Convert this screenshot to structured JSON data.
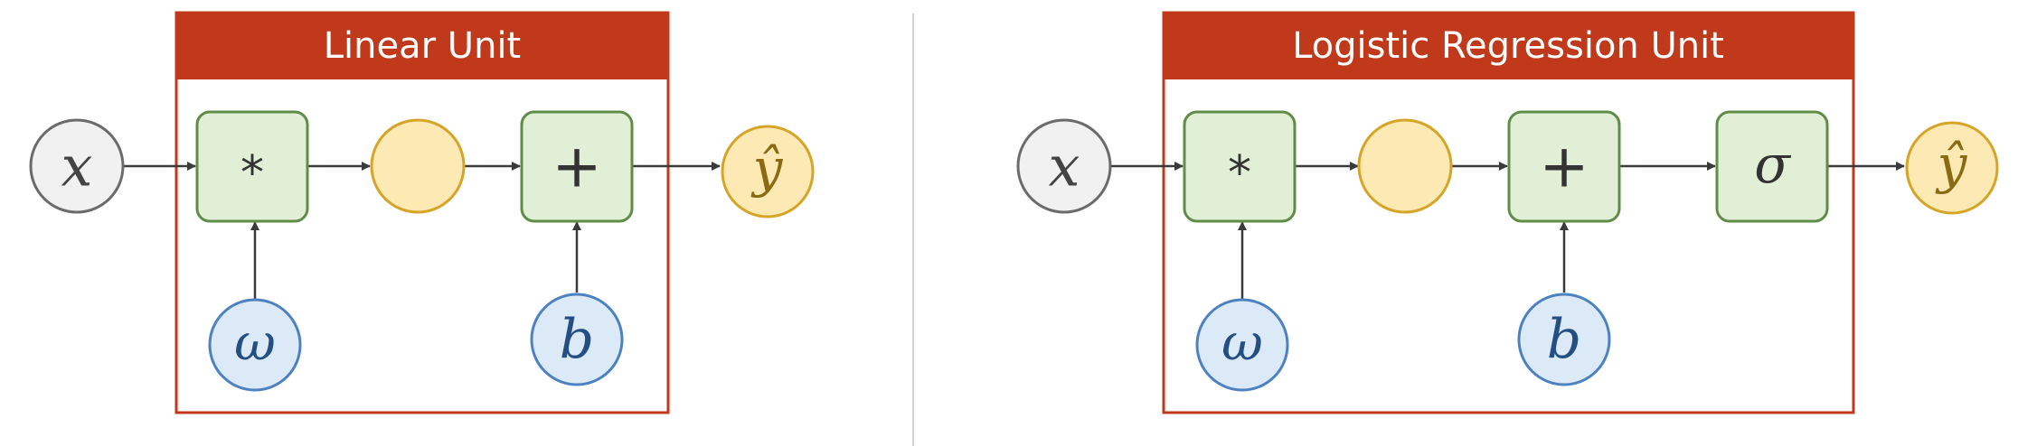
{
  "colors": {
    "frame_stroke": "#c0391b",
    "title_fill": "#c0391b",
    "title_text": "#ffffff",
    "input_fill": "#f1f1f1",
    "input_stroke": "#6b6b6b",
    "op_fill": "#e0efd6",
    "op_stroke": "#5f8c47",
    "inter_fill": "#fde9b3",
    "inter_stroke": "#d6a427",
    "output_fill": "#fde9b3",
    "output_stroke": "#d6a427",
    "param_fill": "#dce9f7",
    "param_stroke": "#4d82c1",
    "param_text": "#234f84",
    "arrow": "#3a3a3a",
    "divider": "#c8c8c8"
  },
  "linear_unit": {
    "title": "Linear Unit",
    "input": "x",
    "multiply": "*",
    "add": "+",
    "weight": "ω",
    "bias": "b",
    "output": "ŷ"
  },
  "logistic_unit": {
    "title": "Logistic Regression Unit",
    "input": "x",
    "multiply": "*",
    "add": "+",
    "activation": "σ",
    "weight": "ω",
    "bias": "b",
    "output": "ŷ"
  }
}
